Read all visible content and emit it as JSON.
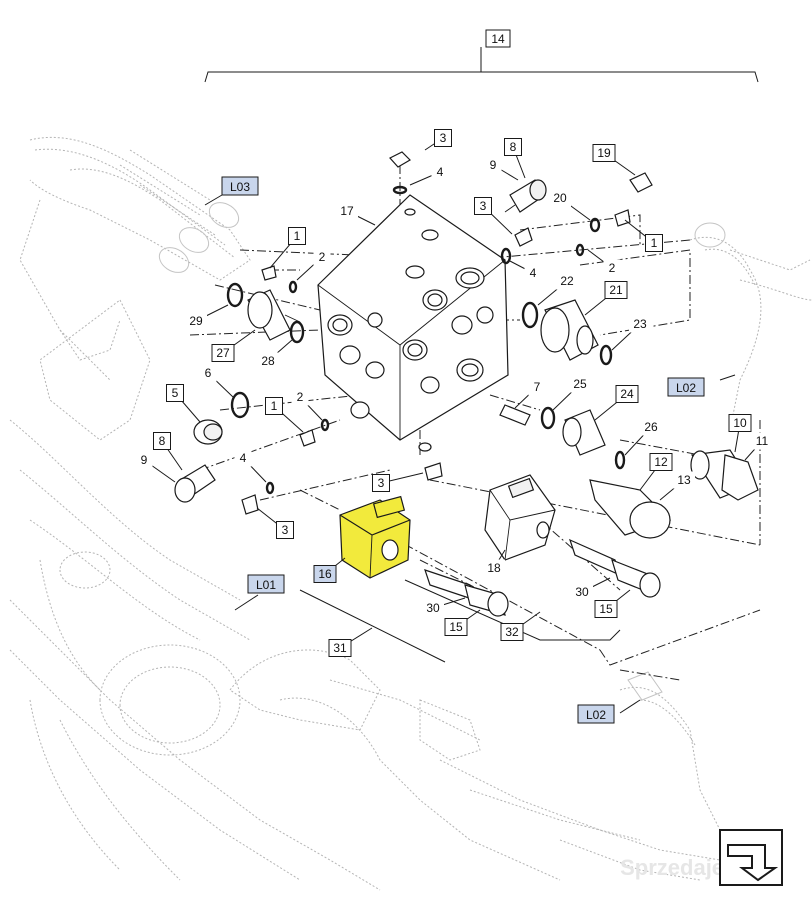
{
  "diagram": {
    "group_label": "14",
    "refs": [
      "L03",
      "L01",
      "L02",
      "L02"
    ],
    "highlight_color": "#f2ea3c",
    "callouts": [
      {
        "id": "c3a",
        "text": "3"
      },
      {
        "id": "c4a",
        "text": "4"
      },
      {
        "id": "c17",
        "text": "17"
      },
      {
        "id": "c8a",
        "text": "8"
      },
      {
        "id": "c9a",
        "text": "9"
      },
      {
        "id": "c19",
        "text": "19"
      },
      {
        "id": "c20",
        "text": "20"
      },
      {
        "id": "c3b",
        "text": "3"
      },
      {
        "id": "c1a",
        "text": "1"
      },
      {
        "id": "c1b",
        "text": "1"
      },
      {
        "id": "c2a",
        "text": "2"
      },
      {
        "id": "c2b",
        "text": "2"
      },
      {
        "id": "c4b",
        "text": "4"
      },
      {
        "id": "c22",
        "text": "22"
      },
      {
        "id": "c21",
        "text": "21"
      },
      {
        "id": "c29",
        "text": "29"
      },
      {
        "id": "c27",
        "text": "27"
      },
      {
        "id": "c28",
        "text": "28"
      },
      {
        "id": "c23",
        "text": "23"
      },
      {
        "id": "c6",
        "text": "6"
      },
      {
        "id": "c5",
        "text": "5"
      },
      {
        "id": "c1c",
        "text": "1"
      },
      {
        "id": "c2c",
        "text": "2"
      },
      {
        "id": "c7",
        "text": "7"
      },
      {
        "id": "c25",
        "text": "25"
      },
      {
        "id": "c24",
        "text": "24"
      },
      {
        "id": "c8b",
        "text": "8"
      },
      {
        "id": "c9b",
        "text": "9"
      },
      {
        "id": "c26",
        "text": "26"
      },
      {
        "id": "c10",
        "text": "10"
      },
      {
        "id": "c11",
        "text": "11"
      },
      {
        "id": "c4c",
        "text": "4"
      },
      {
        "id": "c3c",
        "text": "3"
      },
      {
        "id": "c12",
        "text": "12"
      },
      {
        "id": "c13",
        "text": "13"
      },
      {
        "id": "c3d",
        "text": "3"
      },
      {
        "id": "c18",
        "text": "18"
      },
      {
        "id": "c16",
        "text": "16"
      },
      {
        "id": "c30a",
        "text": "30"
      },
      {
        "id": "c15a",
        "text": "15"
      },
      {
        "id": "c30b",
        "text": "30"
      },
      {
        "id": "c15b",
        "text": "15"
      },
      {
        "id": "c32",
        "text": "32"
      },
      {
        "id": "c31",
        "text": "31"
      }
    ]
  },
  "watermark": "Sprzedajemy.pl"
}
